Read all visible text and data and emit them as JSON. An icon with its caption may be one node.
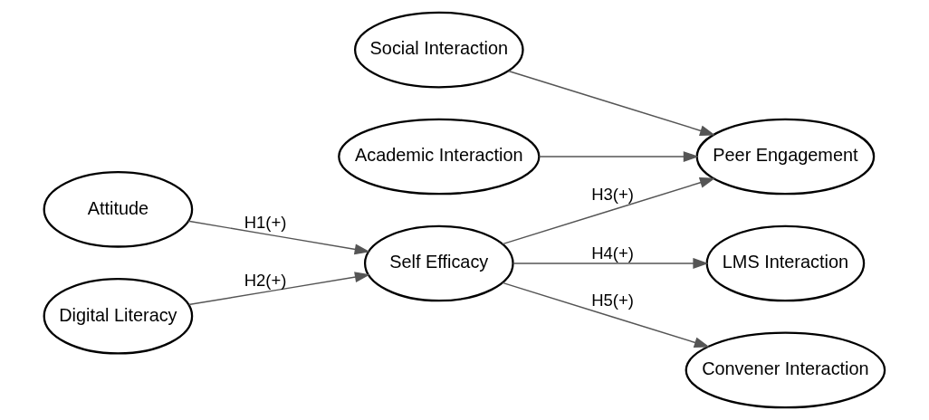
{
  "diagram": {
    "nodes": [
      {
        "text": [
          "Social Interaction"
        ]
      },
      {
        "text": [
          "Academic Interaction"
        ]
      },
      {
        "text": [
          "Attitude"
        ]
      },
      {
        "text": [
          "Peer Engagement"
        ]
      },
      {
        "text": [
          "Self Efficacy"
        ]
      },
      {
        "text": [
          "LMS Interaction"
        ]
      },
      {
        "text": [
          "Digital Literacy"
        ]
      },
      {
        "text": [
          "Convener Interaction"
        ]
      }
    ],
    "edges": [
      {
        "from": 0,
        "to": 3,
        "arrow": "to"
      },
      {
        "from": 1,
        "to": 3,
        "arrow": "to"
      },
      {
        "from": 2,
        "to": 4,
        "arrow": "to",
        "label": "H1(+)"
      },
      {
        "from": 6,
        "to": 4,
        "arrow": "to",
        "label": "H2(+)"
      },
      {
        "from": 4,
        "to": 3,
        "arrow": "to",
        "label": "H3(+)"
      },
      {
        "from": 4,
        "to": 5,
        "arrow": "to",
        "label": "H4(+)"
      },
      {
        "from": 4,
        "to": 7,
        "arrow": "to",
        "label": "H5(+)"
      }
    ]
  }
}
